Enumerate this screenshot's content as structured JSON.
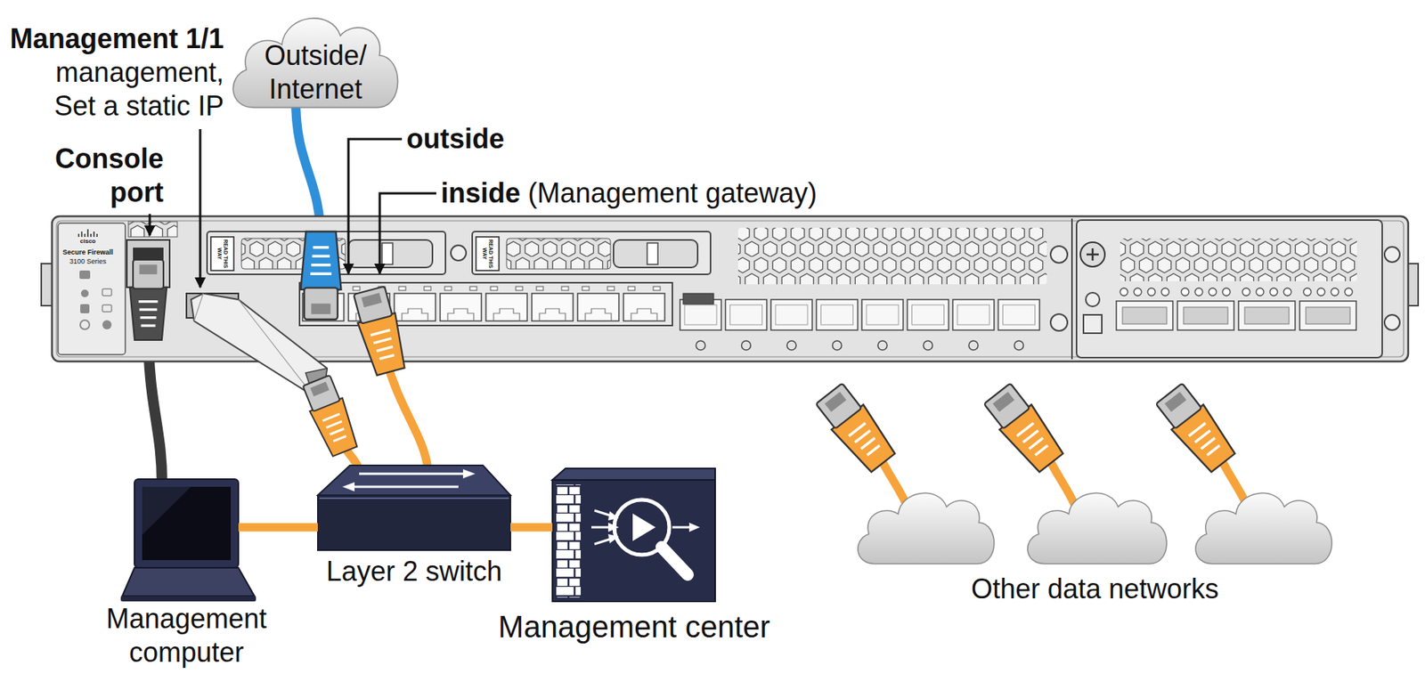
{
  "diagram": {
    "nodes": [
      {
        "text": [
          "Outside/ Internet"
        ]
      },
      {
        "text": [
          "Management computer"
        ]
      },
      {
        "text": [
          "Layer 2 switch"
        ]
      },
      {
        "text": [
          "Management center"
        ]
      }
    ],
    "edges": [
      {
        "from": 1,
        "to": 2,
        "arrow": "none"
      },
      {
        "from": 2,
        "to": 3,
        "arrow": "none"
      }
    ],
    "labels": [
      "Management 1/1",
      "management, Set a static IP",
      "Console port",
      "outside",
      "inside",
      "(Management gateway)",
      "cisco",
      "Secure Firewall",
      "3100 Series",
      "READ THIS WAY",
      "READ THIS WAY",
      "Other data networks"
    ]
  }
}
